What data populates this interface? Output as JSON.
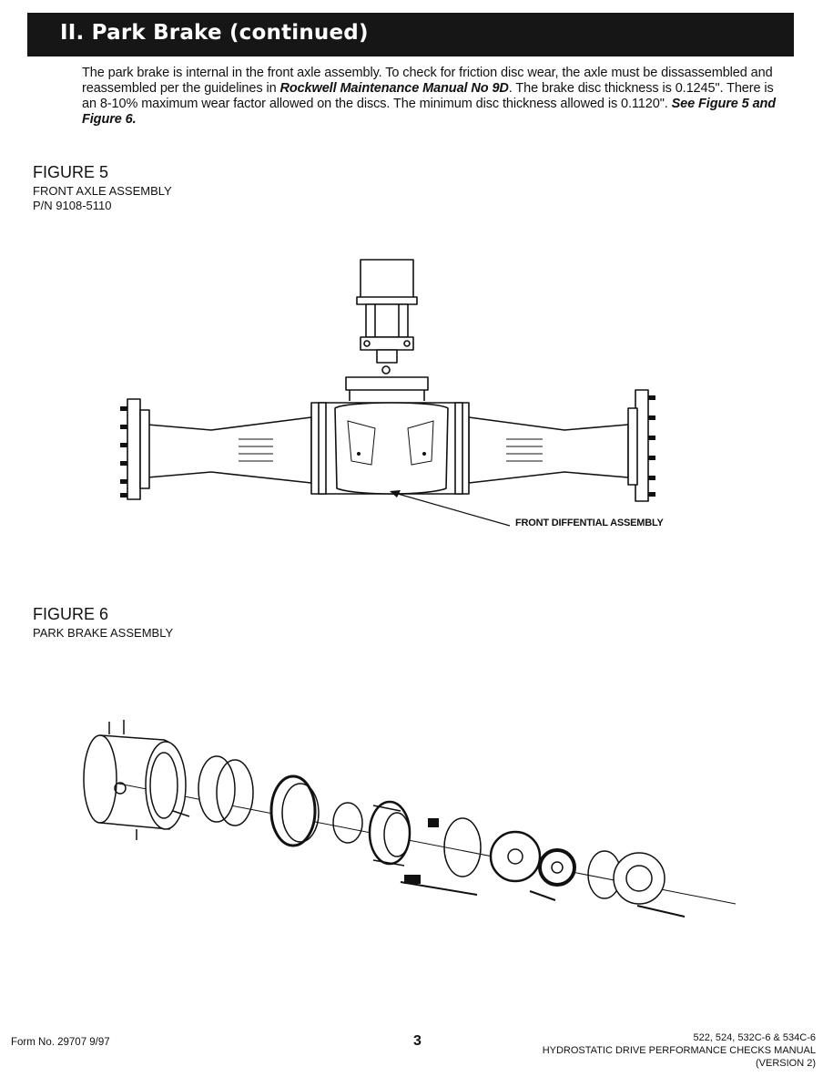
{
  "header": {
    "title": "II. Park Brake (continued)"
  },
  "intro": {
    "part1": "The park brake is internal in the front axle assembly. To check for friction disc wear, the axle must be dissassembled and reassembled per the guidelines in ",
    "manual_ref": "Rockwell Maintenance Manual No 9D",
    "part2": ". The brake disc thickness is 0.1245\". There is an 8-10% maximum wear factor allowed on the discs. The minimum disc thickness allowed is 0.1120\". ",
    "see_ref": "See Figure 5 and Figure 6."
  },
  "figure5": {
    "title": "FIGURE 5",
    "subtitle": "FRONT AXLE ASSEMBLY",
    "part_number": "P/N 9108-5110",
    "callout": "FRONT DIFFENTIAL ASSEMBLY"
  },
  "figure6": {
    "title": "FIGURE 6",
    "subtitle": "PARK BRAKE ASSEMBLY"
  },
  "footer": {
    "form_no": "Form No. 29707 9/97",
    "page_number": "3",
    "models": "522, 524, 532C-6 & 534C-6",
    "manual_title": "HYDROSTATIC DRIVE PERFORMANCE CHECKS MANUAL",
    "version": "(VERSION 2)"
  }
}
